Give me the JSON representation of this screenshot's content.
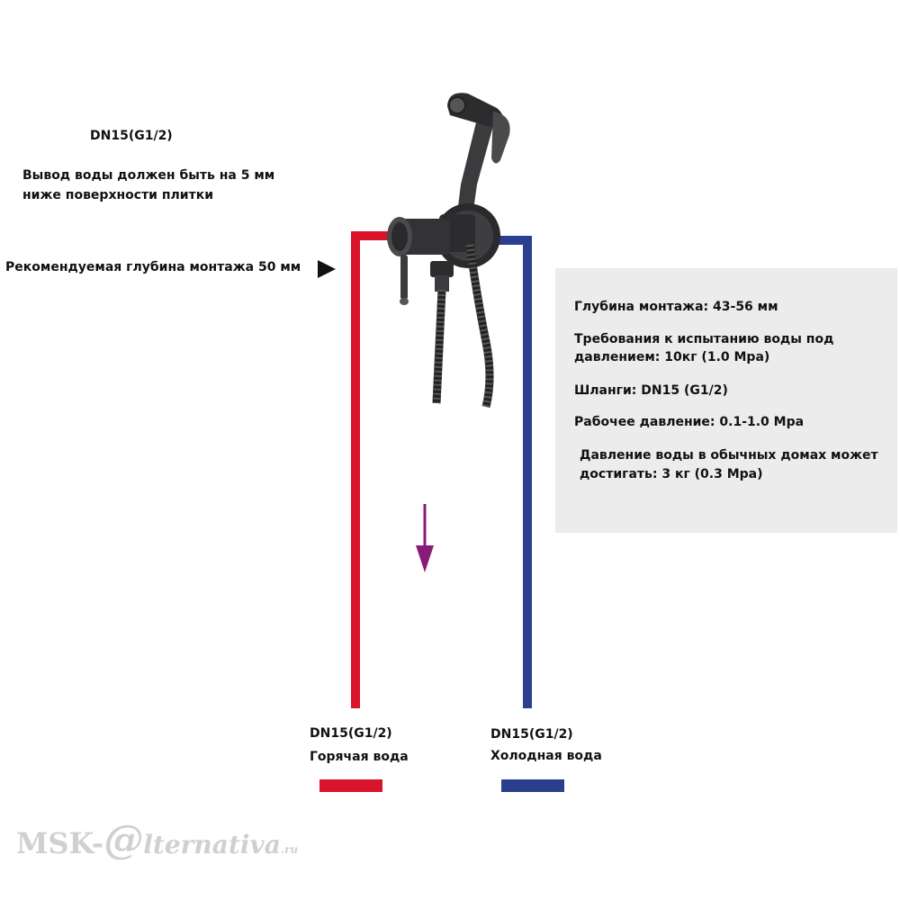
{
  "labels": {
    "top_thread": "DN15(G1/2)",
    "outlet_note_line1": "Вывод воды должен быть на 5 мм",
    "outlet_note_line2": "ниже поверхности плитки",
    "depth_note": "Рекомендуемая глубина монтажа 50 мм"
  },
  "specs": {
    "depth": "Глубина монтажа: 43-56 мм",
    "test_line1": "Требования к испытанию воды под",
    "test_line2": "давлением: 10кг (1.0 Mpa)",
    "hoses": "Шланги: DN15 (G1/2)",
    "working": "Рабочее давление: 0.1-1.0 Mpa",
    "home_line1": "Давление воды в обычных домах может",
    "home_line2": "достигать: 3 кг (0.3 Mpa)"
  },
  "hot": {
    "thread": "DN15(G1/2)",
    "label": "Горячая вода",
    "color": "#d8132b"
  },
  "cold": {
    "thread": "DN15(G1/2)",
    "label": "Холодная вода",
    "color": "#2b3f8f"
  },
  "flow_arrow_color": "#8a1a7a",
  "watermark": {
    "prefix": "MSK-",
    "at": "@",
    "rest": "lternativa",
    "tld": ".ru"
  }
}
